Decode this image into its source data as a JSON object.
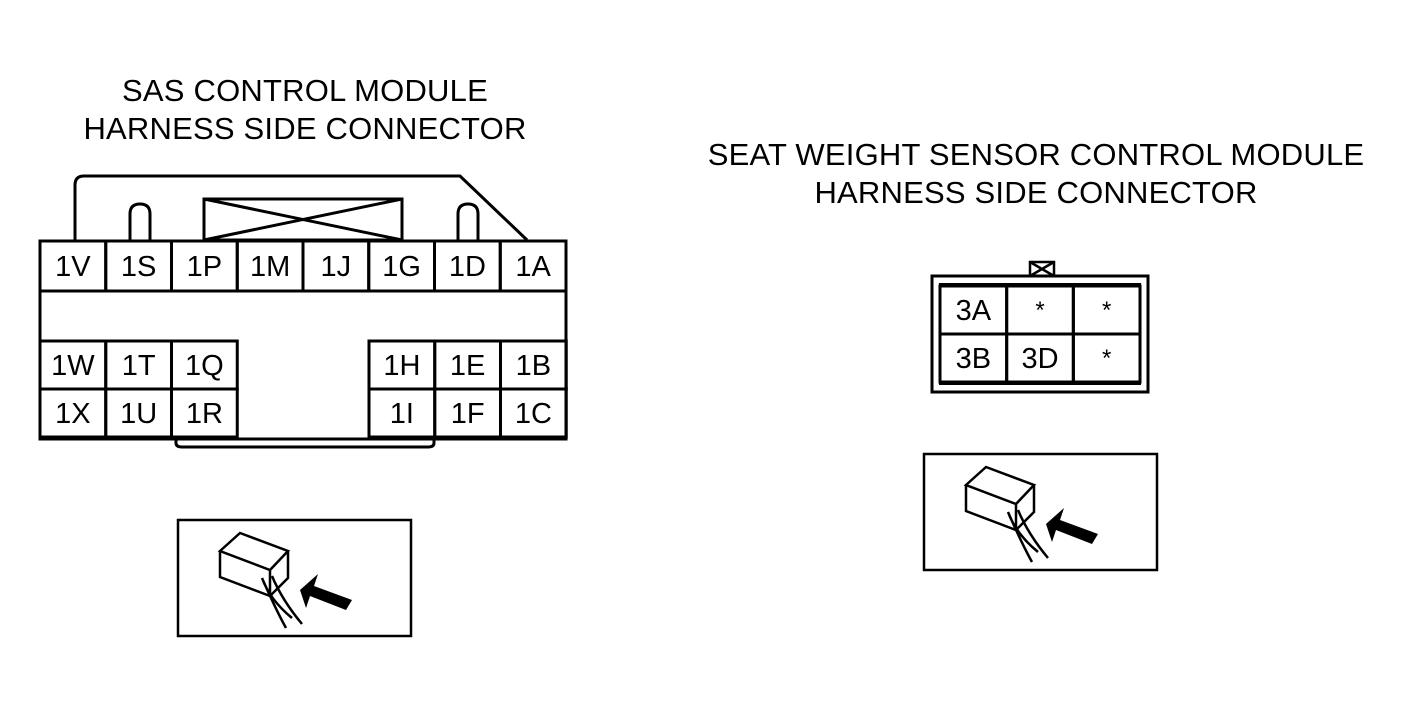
{
  "sas_connector": {
    "title_line1": "SAS CONTROL MODULE",
    "title_line2": "HARNESS SIDE CONNECTOR",
    "top_row": [
      "1V",
      "1S",
      "1P",
      "1M",
      "1J",
      "1G",
      "1D",
      "1A"
    ],
    "lower_left": [
      [
        "1W",
        "1T",
        "1Q"
      ],
      [
        "1X",
        "1U",
        "1R"
      ]
    ],
    "lower_right": [
      [
        "1H",
        "1E",
        "1B"
      ],
      [
        "1I",
        "1F",
        "1C"
      ]
    ]
  },
  "seat_weight_connector": {
    "title_line1": "SEAT WEIGHT SENSOR CONTROL MODULE",
    "title_line2": "HARNESS SIDE CONNECTOR",
    "grid": [
      [
        "3A",
        "*",
        "*"
      ],
      [
        "3B",
        "3D",
        "*"
      ]
    ]
  }
}
